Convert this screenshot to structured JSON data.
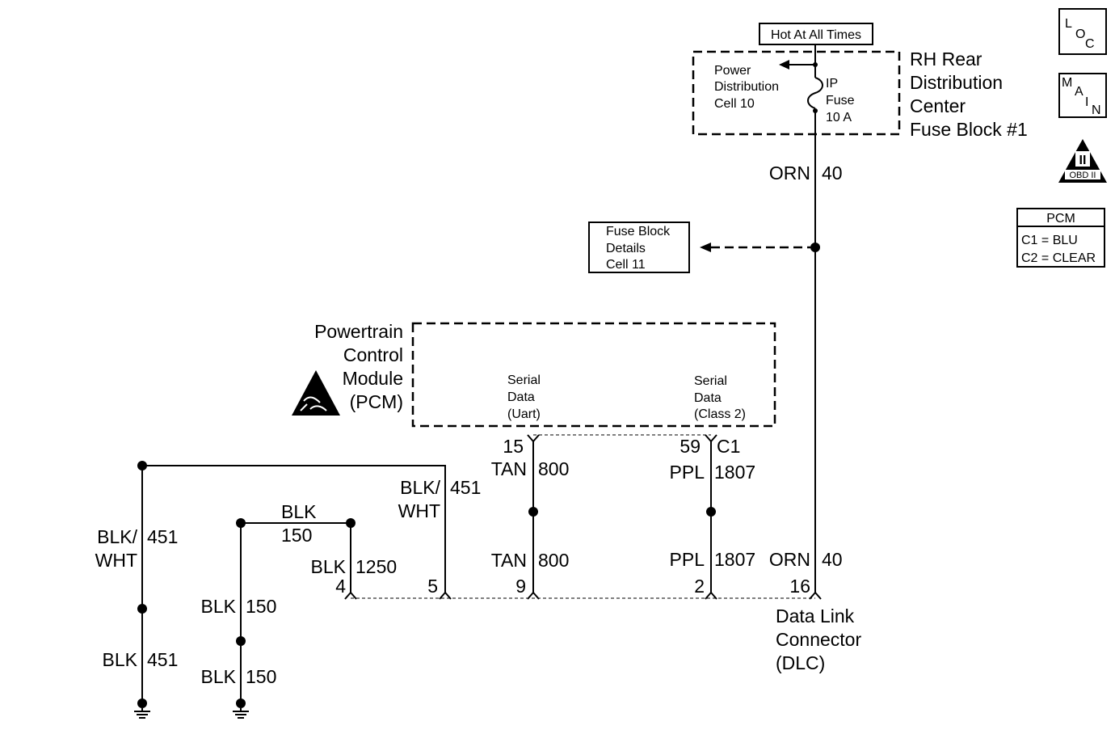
{
  "power": {
    "hot_label": "Hot At All Times",
    "fuse_block": [
      "RH Rear",
      "Distribution",
      "Center",
      "Fuse Block #1"
    ],
    "pd_ref": [
      "Power",
      "Distribution",
      "Cell 10"
    ],
    "fuse": [
      "IP",
      "Fuse",
      "10 A"
    ]
  },
  "fuse_details_ref": [
    "Fuse Block",
    "Details",
    "Cell 11"
  ],
  "pcm": {
    "name": [
      "Powertrain",
      "Control",
      "Module",
      "(PCM)"
    ],
    "uart": [
      "Serial",
      "Data",
      "(Uart)"
    ],
    "class2": [
      "Serial",
      "Data",
      "(Class 2)"
    ],
    "pin_uart": "15",
    "pin_class2": "59",
    "connector": "C1"
  },
  "legend": {
    "title": "PCM",
    "rows": [
      "C1 = BLU",
      "C2 = CLEAR"
    ]
  },
  "icons": {
    "loc": [
      "L",
      "O",
      "C"
    ],
    "main": [
      "M",
      "A",
      "I",
      "N"
    ],
    "obd": [
      "II",
      "OBD II"
    ]
  },
  "wires": {
    "orn_top": {
      "color": "ORN",
      "circuit": "40"
    },
    "tan_upper": {
      "color": "TAN",
      "circuit": "800"
    },
    "ppl_upper": {
      "color": "PPL",
      "circuit": "1807"
    },
    "tan_lower": {
      "color": "TAN",
      "circuit": "800"
    },
    "ppl_lower": {
      "color": "PPL",
      "circuit": "1807"
    },
    "orn_lower": {
      "color": "ORN",
      "circuit": "40"
    },
    "blkwht_right": {
      "color": [
        "BLK/",
        "WHT"
      ],
      "circuit": "451"
    },
    "blk_top": {
      "color": "BLK",
      "circuit": "150"
    },
    "blk_1250": {
      "color": "BLK",
      "circuit": "1250"
    },
    "blkwht_left": {
      "color": [
        "BLK/",
        "WHT"
      ],
      "circuit": "451"
    },
    "blk_451": {
      "color": "BLK",
      "circuit": "451"
    },
    "blk_150_mid": {
      "color": "BLK",
      "circuit": "150"
    },
    "blk_150_low": {
      "color": "BLK",
      "circuit": "150"
    }
  },
  "dlc": {
    "name": [
      "Data Link",
      "Connector",
      "(DLC)"
    ],
    "pins": [
      "4",
      "5",
      "9",
      "2",
      "16"
    ]
  }
}
